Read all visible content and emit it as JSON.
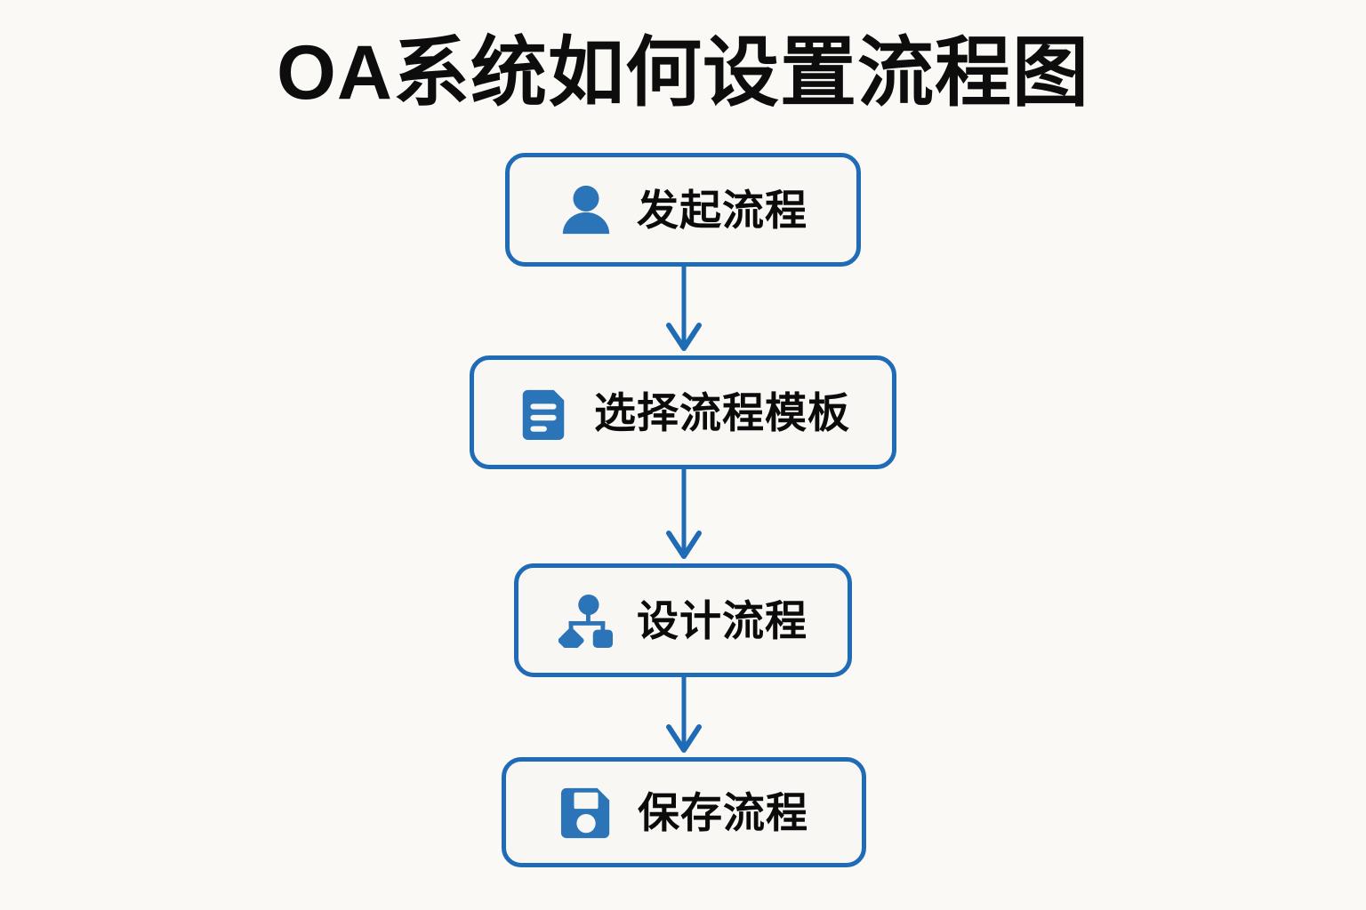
{
  "title": "OA系统如何设置流程图",
  "diagram": {
    "type": "flowchart",
    "orientation": "vertical",
    "accent_color": "#1f6bb5",
    "icon_color": "#2c74b8",
    "background_color": "#faf9f5",
    "node_fill_color": "#f8f7f3",
    "text_color": "#0b0b0b",
    "nodes": [
      {
        "id": "start-process",
        "label": "发起流程",
        "icon": "person-icon"
      },
      {
        "id": "select-template",
        "label": "选择流程模板",
        "icon": "document-icon"
      },
      {
        "id": "design-process",
        "label": "设计流程",
        "icon": "flowchart-hierarchy-icon"
      },
      {
        "id": "save-process",
        "label": "保存流程",
        "icon": "save-floppy-icon"
      }
    ],
    "connectors": [
      {
        "id": "arrow-0",
        "from": "start-process",
        "to": "select-template",
        "shape": "down-arrow"
      },
      {
        "id": "arrow-1",
        "from": "select-template",
        "to": "design-process",
        "shape": "down-arrow"
      },
      {
        "id": "arrow-2",
        "from": "design-process",
        "to": "save-process",
        "shape": "down-arrow"
      }
    ]
  }
}
